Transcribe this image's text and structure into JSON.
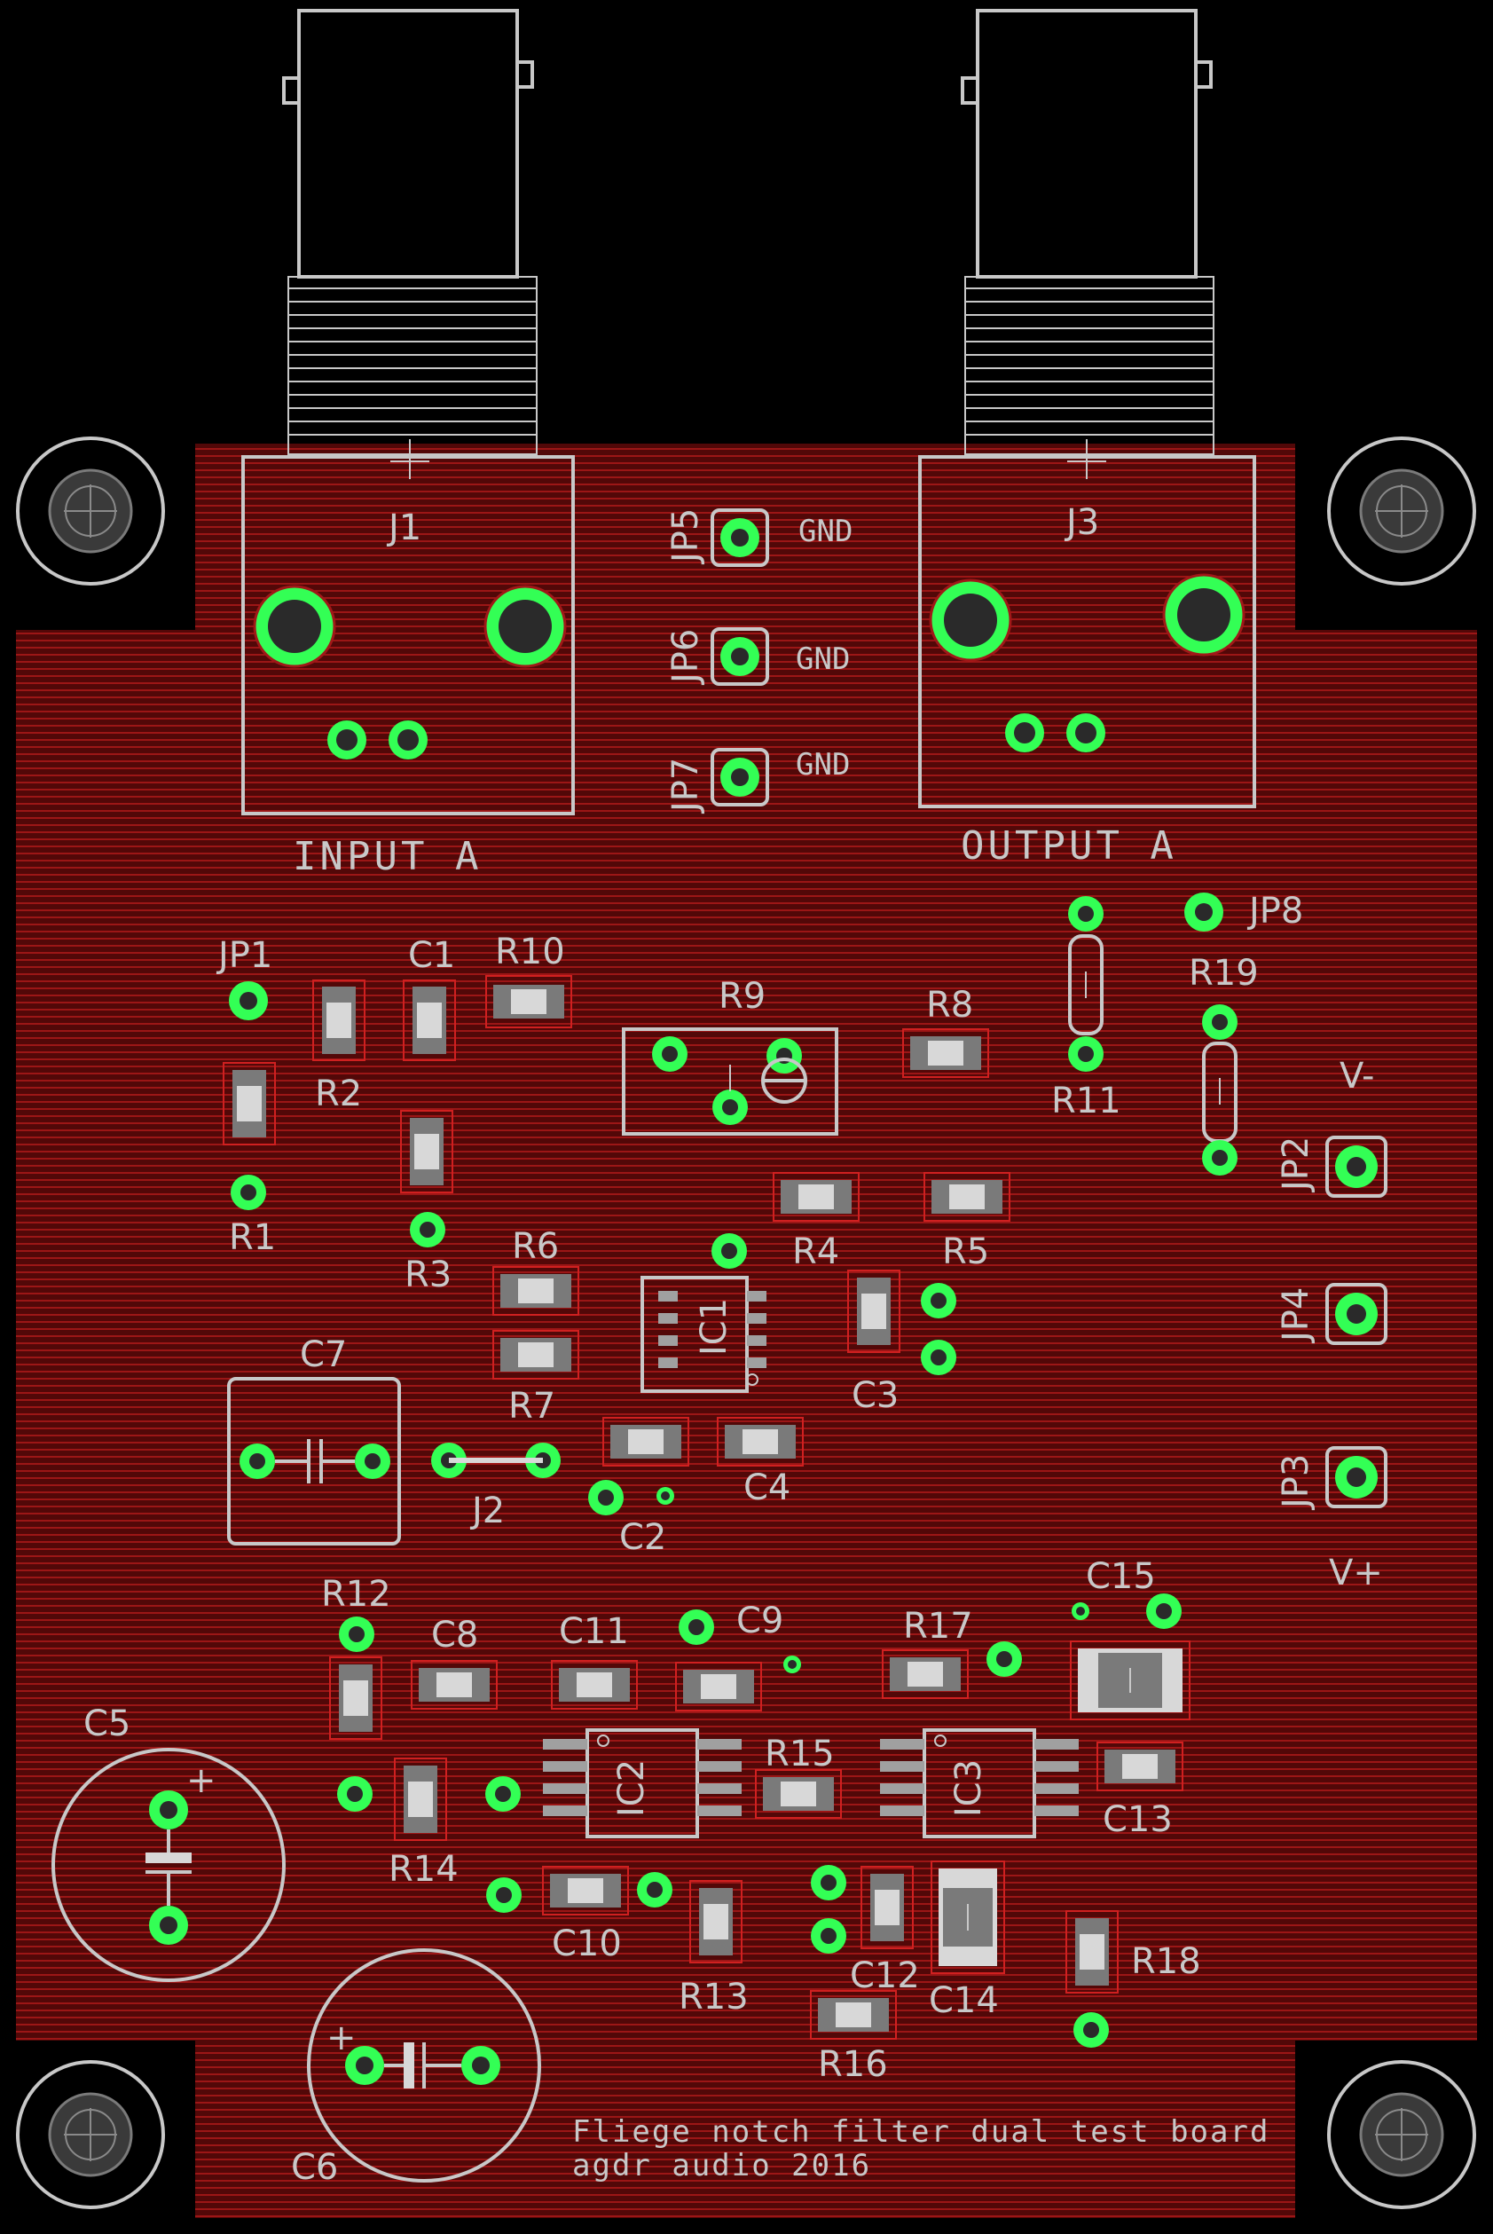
{
  "board": {
    "colors": {
      "background": "#000000",
      "copper": "#5a0a0a",
      "hatch": "#c01c1c",
      "silkscreen": "#c8c8c8",
      "pad": "#33ff55"
    },
    "connectors": [
      {
        "ref": "J1",
        "caption": "INPUT A"
      },
      {
        "ref": "J3",
        "caption": "OUTPUT A"
      }
    ],
    "ground_jumpers": [
      {
        "ref": "JP5",
        "net": "GND"
      },
      {
        "ref": "JP6",
        "net": "GND"
      },
      {
        "ref": "JP7",
        "net": "GND"
      }
    ],
    "labels": {
      "JP1": "JP1",
      "C1": "C1",
      "R10": "R10",
      "R9": "R9",
      "R8": "R8",
      "JP8": "JP8",
      "R19": "R19",
      "R2": "R2",
      "R11": "R11",
      "V-": "V-",
      "JP2": "JP2",
      "R1": "R1",
      "R3": "R3",
      "R4": "R4",
      "R5": "R5",
      "R6": "R6",
      "IC1": "IC1",
      "JP4": "JP4",
      "C7": "C7",
      "C3": "C3",
      "R7": "R7",
      "C4": "C4",
      "JP3": "JP3",
      "J2": "J2",
      "C2": "C2",
      "V+": "V+",
      "R12": "R12",
      "C15": "C15",
      "C8": "C8",
      "C11": "C11",
      "C9": "C9",
      "R17": "R17",
      "C5": "C5",
      "R15": "R15",
      "IC2": "IC2",
      "IC3": "IC3",
      "C13": "C13",
      "R14": "R14",
      "C10": "C10",
      "R18": "R18",
      "R13": "R13",
      "C12": "C12",
      "C14": "C14",
      "R16": "R16",
      "C6": "C6",
      "plus": "+"
    },
    "footer": [
      "Fliege notch filter dual test board",
      "agdr audio 2016"
    ],
    "icons": [
      "mounting-hole-icon",
      "bnc-connector-icon",
      "capacitor-symbol-icon",
      "potentiometer-symbol-icon"
    ]
  }
}
